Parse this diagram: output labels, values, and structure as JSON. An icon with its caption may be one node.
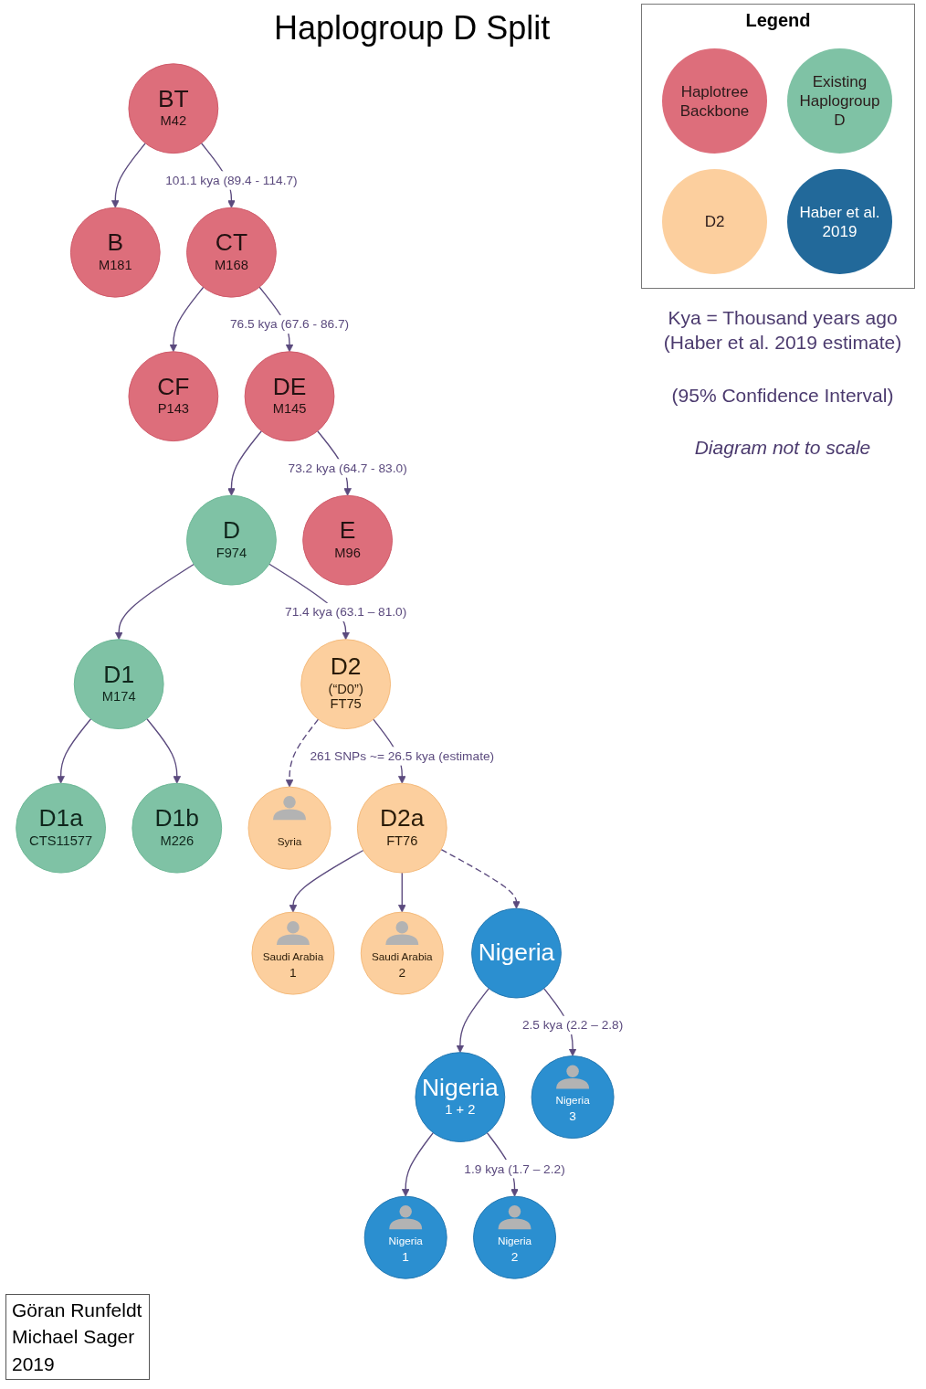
{
  "diagram": {
    "title": "Haplogroup D Split",
    "nodes": [
      {
        "text": [
          "BT",
          "M42"
        ]
      },
      {
        "text": [
          "B",
          "M181"
        ]
      },
      {
        "text": [
          "CT",
          "M168"
        ]
      },
      {
        "text": [
          "CF",
          "P143"
        ]
      },
      {
        "text": [
          "DE",
          "M145"
        ]
      },
      {
        "text": [
          "D",
          "F974"
        ]
      },
      {
        "text": [
          "E",
          "M96"
        ]
      },
      {
        "text": [
          "D1",
          "M174"
        ]
      },
      {
        "text": [
          "D2 (“D0”)",
          "FT75"
        ]
      },
      {
        "text": [
          "D1a",
          "CTS11577"
        ]
      },
      {
        "text": [
          "D1b",
          "M226"
        ]
      },
      {
        "text": [
          "D2a",
          "FT76"
        ]
      },
      {
        "text": [
          "Nigeria"
        ]
      },
      {
        "text": [
          "Nigeria",
          "1 + 2"
        ]
      },
      {
        "text": [
          "Syria"
        ]
      },
      {
        "text": [
          "Saudi Arabia",
          "1"
        ]
      },
      {
        "text": [
          "Saudi Arabia",
          "2"
        ]
      },
      {
        "text": [
          "Nigeria",
          "1"
        ]
      },
      {
        "text": [
          "Nigeria",
          "2"
        ]
      },
      {
        "text": [
          "Nigeria",
          "3"
        ]
      }
    ],
    "edges": [
      {
        "from": 0,
        "to": 1,
        "arrow": "to"
      },
      {
        "from": 0,
        "to": 2,
        "arrow": "to",
        "label": "101.1 kya (89.4 - 114.7)"
      },
      {
        "from": 2,
        "to": 3,
        "arrow": "to"
      },
      {
        "from": 2,
        "to": 4,
        "arrow": "to",
        "label": "76.5 kya (67.6 - 86.7)"
      },
      {
        "from": 4,
        "to": 5,
        "arrow": "to"
      },
      {
        "from": 4,
        "to": 6,
        "arrow": "to",
        "label": "73.2 kya (64.7 - 83.0)"
      },
      {
        "from": 5,
        "to": 7,
        "arrow": "to"
      },
      {
        "from": 5,
        "to": 8,
        "arrow": "to",
        "label": "71.4 kya (63.1 – 81.0)"
      },
      {
        "from": 7,
        "to": 9,
        "arrow": "to"
      },
      {
        "from": 7,
        "to": 10,
        "arrow": "to"
      },
      {
        "from": 8,
        "to": 14,
        "arrow": "to",
        "style": "dashed"
      },
      {
        "from": 8,
        "to": 11,
        "arrow": "to",
        "label": "261 SNPs ~= 26.5 kya (estimate)"
      },
      {
        "from": 11,
        "to": 15,
        "arrow": "to"
      },
      {
        "from": 11,
        "to": 16,
        "arrow": "to"
      },
      {
        "from": 11,
        "to": 12,
        "arrow": "to",
        "style": "dashed"
      },
      {
        "from": 12,
        "to": 13,
        "arrow": "to"
      },
      {
        "from": 12,
        "to": 19,
        "arrow": "to",
        "label": "2.5 kya (2.2 – 2.8)"
      },
      {
        "from": 13,
        "to": 17,
        "arrow": "to"
      },
      {
        "from": 13,
        "to": 18,
        "arrow": "to",
        "label": "1.9 kya (1.7 – 2.2)"
      }
    ],
    "labels": [
      "Legend",
      "Kya = Thousand years ago (Haber et al. 2019 estimate)",
      "(95% Confidence Interval)",
      "Diagram not to scale",
      "Göran Runfeldt",
      "Michael Sager",
      "2019"
    ],
    "legend": [
      {
        "text": "Haplotree Backbone",
        "color": "#dd6e7b"
      },
      {
        "text": "Existing Haplogroup D",
        "color": "#7fc2a5"
      },
      {
        "text": "D2",
        "color": "#fccf9e"
      },
      {
        "text": "Haber et al. 2019",
        "color": "#22699a"
      }
    ]
  }
}
